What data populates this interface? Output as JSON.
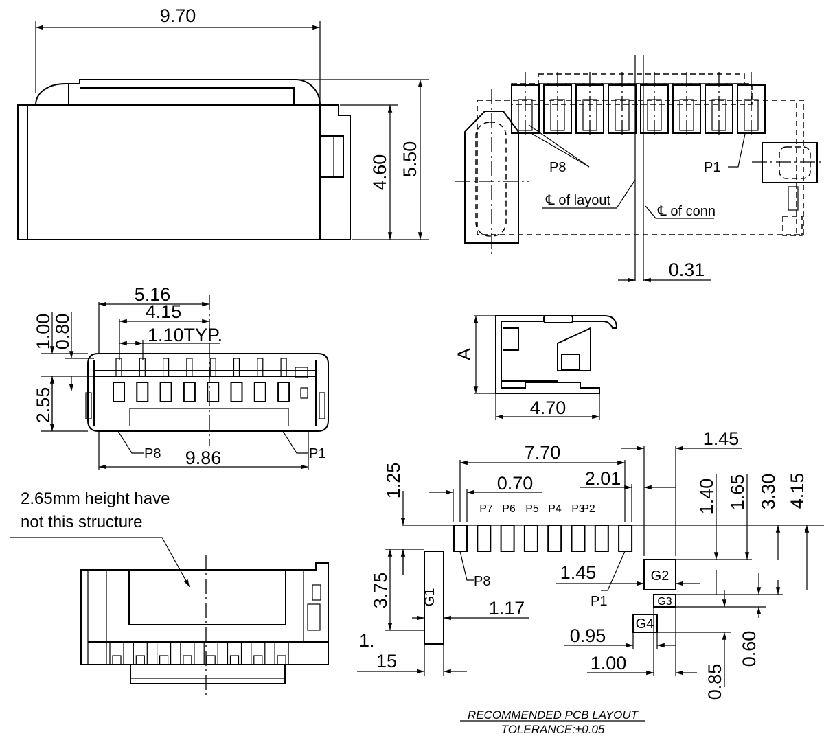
{
  "views": {
    "side": {
      "width": "9.70",
      "h1": "4.60",
      "h2": "5.50"
    },
    "top": {
      "p8": "P8",
      "p1": "P1",
      "cl_layout": "℄ of layout",
      "cl_conn": "℄ of conn",
      "offset": "0.31"
    },
    "front": {
      "d516": "5.16",
      "d415": "4.15",
      "pitch": "1.10TYP.",
      "d100": "1.00",
      "d080": "0.80",
      "d255": "2.55",
      "d986": "9.86",
      "p8": "P8",
      "p1": "P1"
    },
    "section": {
      "a": "A",
      "d470": "4.70"
    },
    "bottom": {
      "note_line1": "2.65mm height have",
      "note_line2": "not this structure"
    },
    "pcb": {
      "d770": "7.70",
      "d145a": "1.45",
      "d070": "0.70",
      "d201": "2.01",
      "d125": "1.25",
      "d140": "1.40",
      "d165": "1.65",
      "d330": "3.30",
      "d415": "4.15",
      "d375": "3.75",
      "d145b": "1.45",
      "d117": "1.17",
      "d095": "0.95",
      "d100": "1.00",
      "d060": "0.60",
      "d085": "0.85",
      "d1_a": "1.",
      "d1_b": "15",
      "pins": [
        "P7",
        "P6",
        "P5",
        "P4",
        "P3",
        "P2"
      ],
      "p8": "P8",
      "p1": "P1",
      "g1": "G1",
      "g2": "G2",
      "g3": "G3",
      "g4": "G4",
      "caption": "RECOMMENDED  PCB  LAYOUT",
      "tolerance": "TOLERANCE:±0.05"
    }
  }
}
